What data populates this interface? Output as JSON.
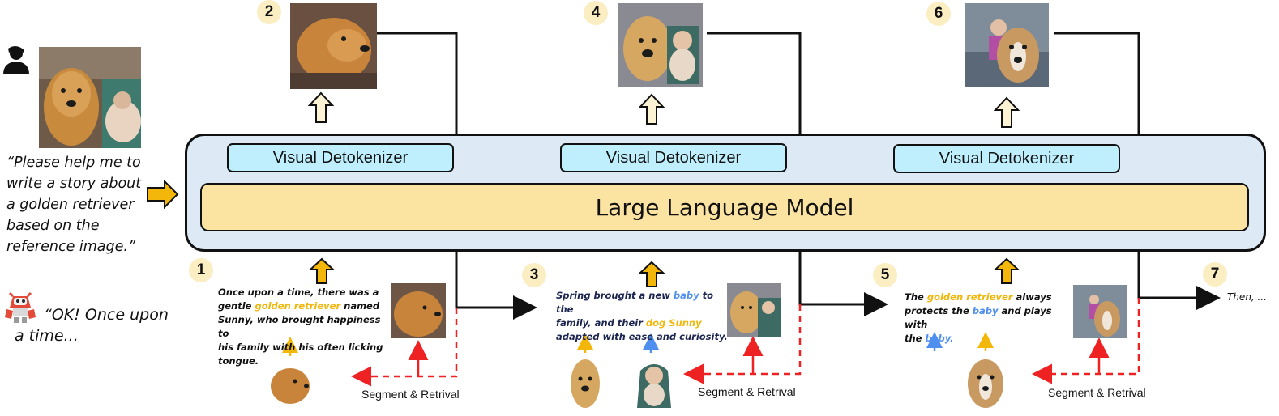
{
  "steps": [
    "1",
    "2",
    "3",
    "4",
    "5",
    "6",
    "7"
  ],
  "user": {
    "prompt_lines": [
      "“Please help me to",
      "write a story about",
      "a golden retriever",
      "based on the",
      "reference image.”"
    ]
  },
  "assistant": {
    "reply_lines": [
      "“OK! Once upon",
      "a time..."
    ]
  },
  "model": {
    "detokenizer_label": "Visual Detokenizer",
    "llm_label": "Large Language Model"
  },
  "stories": [
    {
      "lines": [
        [
          {
            "t": "Once upon a time, there was a"
          }
        ],
        [
          {
            "t": "gentle "
          },
          {
            "t": "golden retriever",
            "hl": "gold"
          },
          {
            "t": " named"
          }
        ],
        [
          {
            "t": "Sunny, who brought happiness to"
          }
        ],
        [
          {
            "t": "his family with his often licking"
          }
        ],
        [
          {
            "t": "tongue."
          }
        ]
      ]
    },
    {
      "lines": [
        [
          {
            "t": "Spring brought a new "
          },
          {
            "t": "baby",
            "hl": "blue"
          },
          {
            "t": " to the"
          }
        ],
        [
          {
            "t": "family, and their "
          },
          {
            "t": "dog Sunny",
            "hl": "gold"
          }
        ],
        [
          {
            "t": "adapted with ease and curiosity."
          }
        ]
      ]
    },
    {
      "lines": [
        [
          {
            "t": "The "
          },
          {
            "t": "golden retriever",
            "hl": "gold"
          },
          {
            "t": " always"
          }
        ],
        [
          {
            "t": "protects the "
          },
          {
            "t": "baby",
            "hl": "blue"
          },
          {
            "t": " and plays with"
          }
        ],
        [
          {
            "t": "the "
          },
          {
            "t": "baby.",
            "hl": "blue"
          }
        ]
      ]
    }
  ],
  "segment_label": "Segment & Retrival",
  "then_label": "Then, ...",
  "colors": {
    "gold": "#f2b70a",
    "blue": "#4f8ff0",
    "red": "#ee2222",
    "navy": "#1c2550",
    "llm_fill": "#fbe3a1",
    "detok_fill": "#bfeffd",
    "outer_fill": "#dde9f5",
    "badge_fill": "#fbeec3"
  },
  "icons": [
    "user-icon",
    "robot-icon",
    "up-arrow-icon",
    "right-arrow-icon"
  ]
}
